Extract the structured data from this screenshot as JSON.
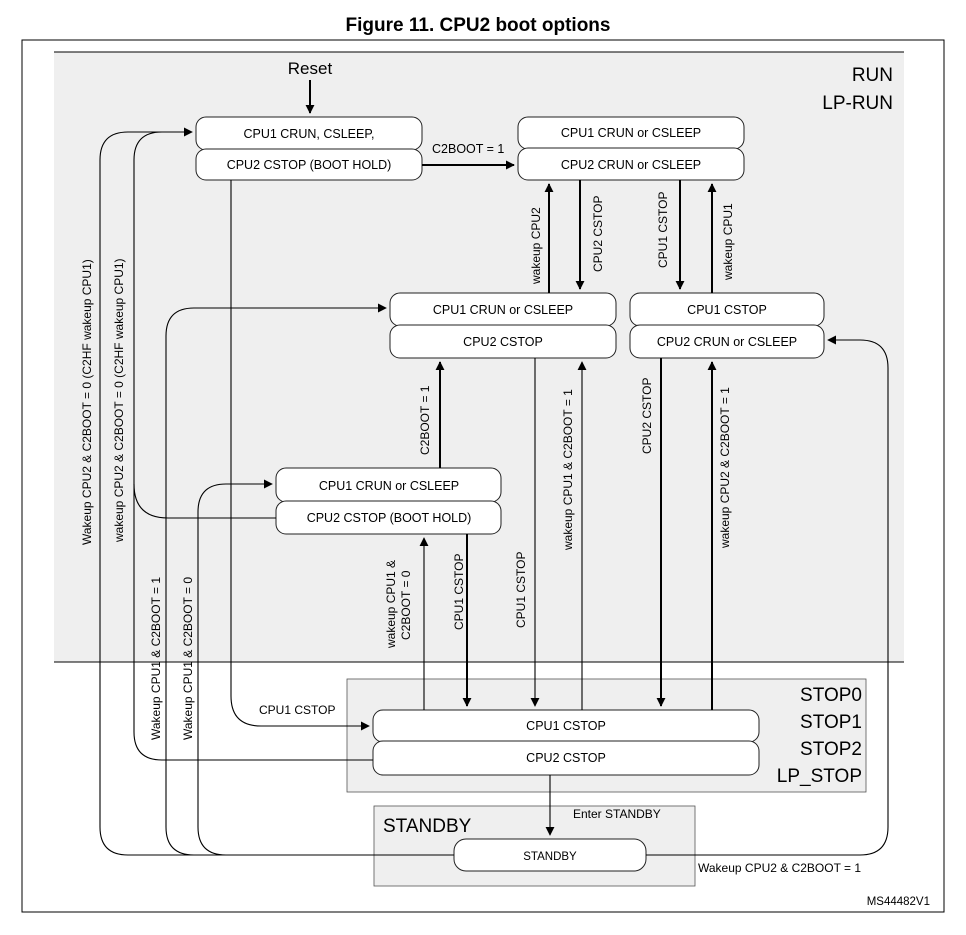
{
  "figure_title": "Figure 11. CPU2 boot options",
  "reference": "MS44482V1",
  "modes": {
    "run": "RUN",
    "lp_run": "LP-RUN",
    "stop0": "STOP0",
    "stop1": "STOP1",
    "stop2": "STOP2",
    "lp_stop": "LP_STOP",
    "standby": "STANDBY"
  },
  "reset_label": "Reset",
  "states": {
    "boot_hold": {
      "cpu1": "CPU1 CRUN, CSLEEP,",
      "cpu2": "CPU2 CSTOP (BOOT HOLD)"
    },
    "both_run": {
      "cpu1": "CPU1 CRUN or CSLEEP",
      "cpu2": "CPU2 CRUN or CSLEEP"
    },
    "cpu1_run_cpu2_stop": {
      "cpu1": "CPU1 CRUN or CSLEEP",
      "cpu2": "CPU2 CSTOP"
    },
    "cpu1_stop_cpu2_run": {
      "cpu1": "CPU1 CSTOP",
      "cpu2": "CPU2 CRUN or CSLEEP"
    },
    "boot_hold_after_stop": {
      "cpu1": "CPU1 CRUN or CSLEEP",
      "cpu2": "CPU2 CSTOP (BOOT HOLD)"
    },
    "stop": {
      "cpu1": "CPU1 CSTOP",
      "cpu2": "CPU2 CSTOP"
    },
    "standby": {
      "label": "STANDBY"
    }
  },
  "transitions": {
    "c2boot_1": "C2BOOT = 1",
    "wakeup_cpu2": "wakeup CPU2",
    "cpu2_cstop": "CPU2 CSTOP",
    "cpu1_cstop": "CPU1 CSTOP",
    "wakeup_cpu1": "wakeup CPU1",
    "c2boot_eq_1": "C2BOOT = 1",
    "wakeup_cpu1_c2boot_1": "wakeup CPU1 & C2BOOT = 1",
    "wakeup_cpu2_c2boot_1_v": "wakeup CPU2 & C2BOOT = 1",
    "wakeup_cpu1_c2boot_0_a": "wakeup CPU1 &",
    "wakeup_cpu1_c2boot_0_b": "C2BOOT = 0",
    "cpu1_cstop_left": "CPU1 CSTOP",
    "enter_standby": "Enter STANDBY",
    "wakeup_cpu2_c2boot_1_h": "Wakeup CPU2 & C2BOOT = 1",
    "left_1": "Wakeup CPU2 & C2BOOT = 0 (C2HF wakeup CPU1)",
    "left_2": "wakeup CPU2 & C2BOOT = 0 (C2HF wakeup CPU1)",
    "left_3": "Wakeup CPU1 & C2BOOT = 1",
    "left_4": "Wakeup CPU1 & C2BOOT = 0"
  },
  "colors": {
    "region_fill": "#efefef",
    "line": "#000000",
    "pill_fill": "#ffffff"
  }
}
